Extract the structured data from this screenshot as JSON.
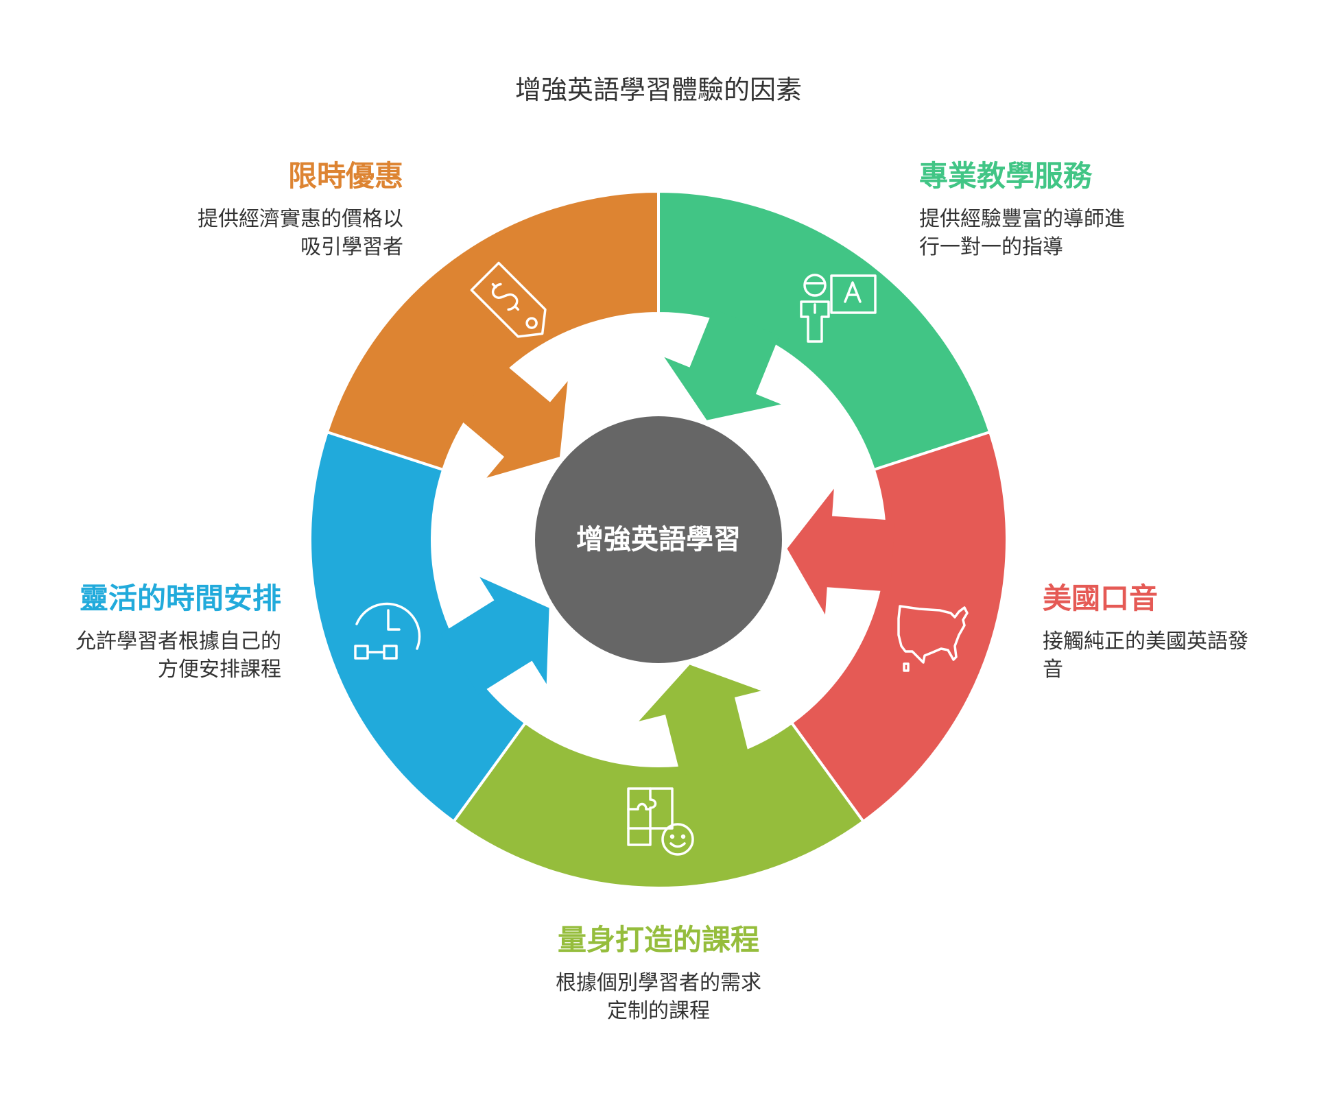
{
  "title": "增強英語學習體驗的因素",
  "center_label": "增強英語學習",
  "colors": {
    "orange": "#DD8432",
    "green": "#41C585",
    "red": "#E55A55",
    "lime": "#95BD3C",
    "blue": "#21AADB",
    "hub": "#666666"
  },
  "segments": [
    {
      "key": "discount",
      "title": "限時優惠",
      "desc": "提供經濟實惠的價格以吸引學習者",
      "color": "#DD8432",
      "icon": "price-tag-icon"
    },
    {
      "key": "teaching",
      "title": "專業教學服務",
      "desc": "提供經驗豐富的導師進行一對一的指導",
      "color": "#41C585",
      "icon": "teacher-icon"
    },
    {
      "key": "accent",
      "title": "美國口音",
      "desc": "接觸純正的美國英語發音",
      "color": "#E55A55",
      "icon": "usa-map-icon"
    },
    {
      "key": "custom",
      "title": "量身打造的課程",
      "desc": "根據個別學習者的需求定制的課程",
      "color": "#95BD3C",
      "icon": "puzzle-face-icon"
    },
    {
      "key": "flexible",
      "title": "靈活的時間安排",
      "desc": "允許學習者根據自己的方便安排課程",
      "color": "#21AADB",
      "icon": "clock-schedule-icon"
    }
  ]
}
